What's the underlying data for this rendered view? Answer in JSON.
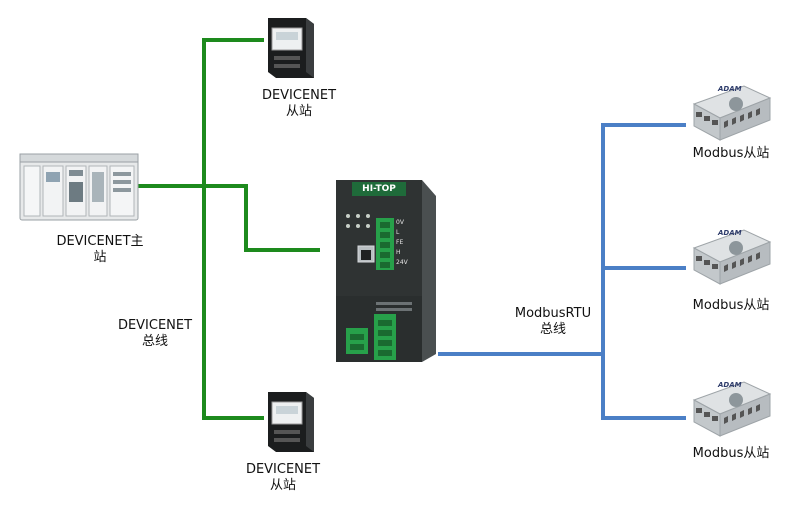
{
  "colors": {
    "devicenet_bus": "#1d8a1d",
    "modbus_bus": "#4b7fc6",
    "gateway_body": "#2f3333",
    "gateway_badge": "#1f6b3a",
    "terminal_green": "#27a04a"
  },
  "icons": {
    "master": "plc-rack-icon",
    "slave": "servo-drive-icon",
    "gateway": "protocol-gateway-icon",
    "modbus_slave": "adam-io-module-icon"
  },
  "gateway": {
    "badge": "HI-TOP",
    "terminals": [
      "0V",
      "L",
      "FE",
      "H",
      "24V"
    ]
  },
  "nodes": {
    "master": {
      "line1": "DEVICENET主",
      "line2": "站"
    },
    "slave_top": {
      "line1": "DEVICENET",
      "line2": "从站"
    },
    "slave_bottom": {
      "line1": "DEVICENET",
      "line2": "从站"
    },
    "modbus_1": {
      "label": "Modbus从站",
      "module_logo": "ADAM"
    },
    "modbus_2": {
      "label": "Modbus从站",
      "module_logo": "ADAM"
    },
    "modbus_3": {
      "label": "Modbus从站",
      "module_logo": "ADAM"
    }
  },
  "buses": {
    "devicenet": {
      "line1": "DEVICENET",
      "line2": "总线"
    },
    "modbus": {
      "line1": "ModbusRTU",
      "line2": "总线"
    }
  }
}
